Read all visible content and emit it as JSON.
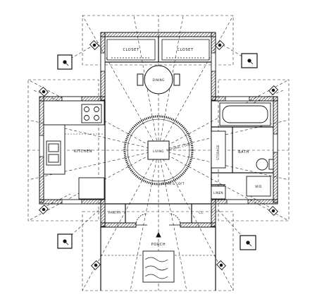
{
  "rooms": {
    "closet_left": "Closet",
    "closet_right": "Closet",
    "dining": "Dining",
    "kitchen": "Kitchen",
    "living": "Living",
    "natural_cool": "Natural Cool",
    "storage": "Storage",
    "bath": "Bath",
    "wd": "W/D",
    "linen": "Linen",
    "stairs": "Stair & Loft",
    "pantry": "Pantry",
    "closet_small": "Cl.",
    "porch": "Porch"
  },
  "colors": {
    "ink": "#111111",
    "paper": "#ffffff",
    "hatch": "#333333"
  }
}
